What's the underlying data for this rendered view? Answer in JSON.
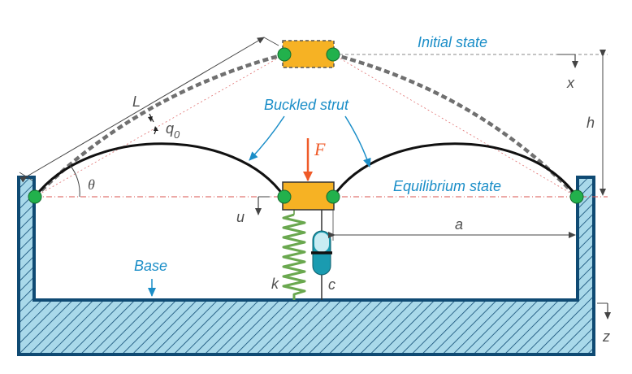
{
  "labels": {
    "initial_state": "Initial state",
    "buckled_strut": "Buckled strut",
    "equilibrium_state": "Equilibrium state",
    "base": "Base",
    "force": "F",
    "length": "L",
    "imperfection_q": "q",
    "imperfection_sub": "0",
    "angle": "θ",
    "x_axis": "x",
    "z_axis": "z",
    "height": "h",
    "u_disp": "u",
    "a_dist": "a",
    "spring": "k",
    "damper": "c"
  },
  "colors": {
    "frame": "#0f4a73",
    "hatch_fill": "#a9d9ea",
    "strut": "#111111",
    "initial_dashed": "#707070",
    "mass_fill": "#f6b224",
    "mass_stroke": "#555555",
    "hinge": "#22b14c",
    "spring": "#6aa84f",
    "damper": "#1a9bb0",
    "callout": "#1b8ec8",
    "force": "#ef5a28",
    "reference_line": "#d9534f",
    "dimension": "#444444"
  }
}
